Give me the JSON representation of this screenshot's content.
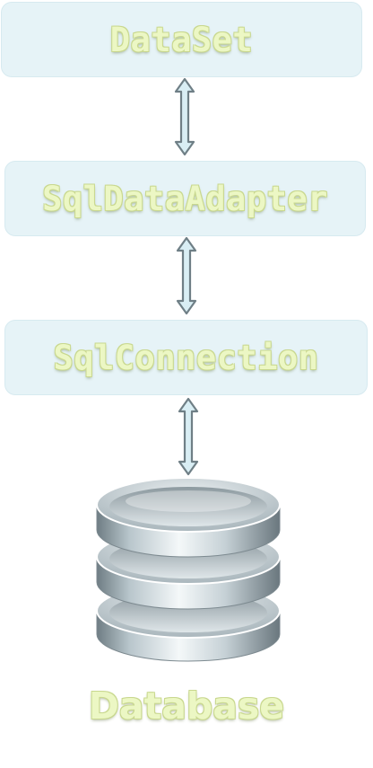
{
  "boxes": {
    "dataset": "DataSet",
    "adapter": "SqlDataAdapter",
    "connection": "SqlConnection"
  },
  "database": {
    "label": "Database",
    "icon": "database-icon"
  },
  "connectors": [
    "bidirectional-arrow",
    "bidirectional-arrow",
    "bidirectional-arrow"
  ],
  "colors": {
    "box_fill": "#e6f3f7",
    "label_fill": "#ecf7c4",
    "label_outline": "#c9d88f",
    "arrow_fill": "#d9eef4",
    "arrow_outline": "#6f7f86"
  }
}
